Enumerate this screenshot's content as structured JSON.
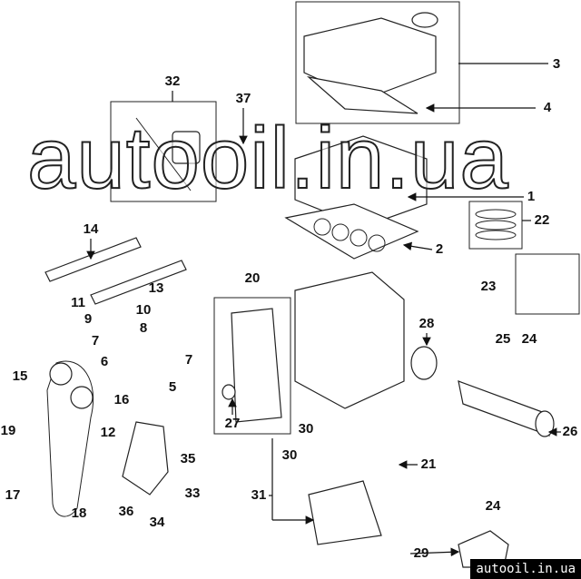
{
  "diagram": {
    "callouts": [
      "3",
      "4",
      "32",
      "37",
      "1",
      "22",
      "14",
      "2",
      "13",
      "20",
      "23",
      "11",
      "10",
      "9",
      "8",
      "28",
      "25",
      "24",
      "7",
      "6",
      "7",
      "15",
      "5",
      "16",
      "12",
      "27",
      "26",
      "19",
      "30",
      "35",
      "30",
      "21",
      "17",
      "31",
      "33",
      "18",
      "36",
      "34",
      "24",
      "29"
    ]
  },
  "watermark": "autooil.in.ua",
  "site_badge": "autooil.in.ua"
}
